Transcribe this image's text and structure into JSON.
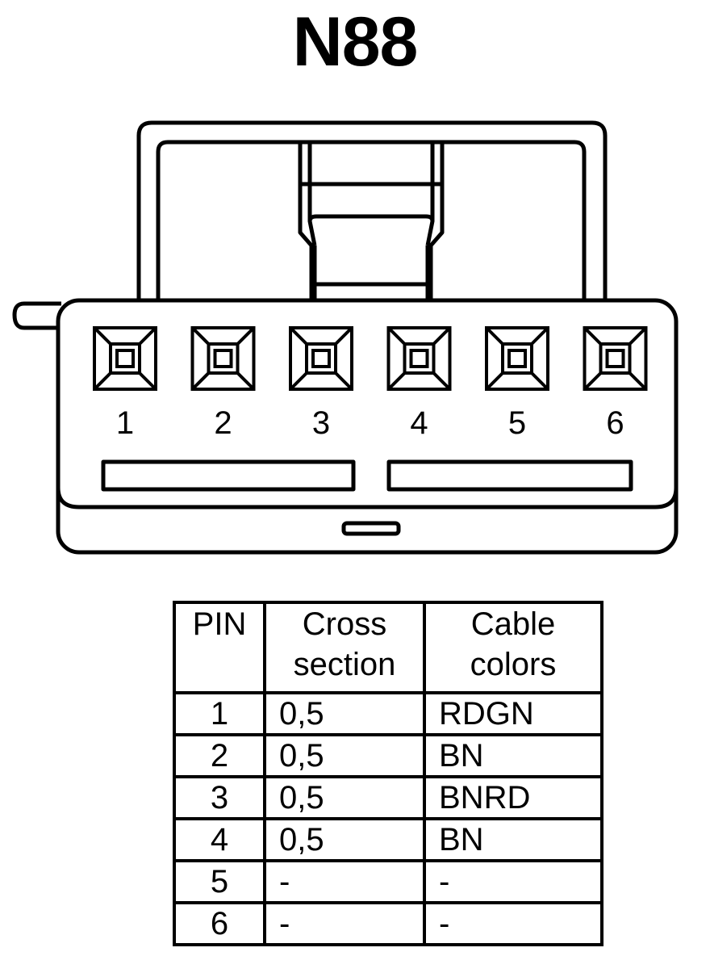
{
  "title": "N88",
  "connector": {
    "pins": [
      "1",
      "2",
      "3",
      "4",
      "5",
      "6"
    ]
  },
  "table": {
    "headers": {
      "pin": "PIN",
      "cross_section": [
        "Cross",
        "section"
      ],
      "cable_colors": [
        "Cable",
        "colors"
      ]
    },
    "rows": [
      {
        "pin": "1",
        "cross_section": "0,5",
        "color": "RDGN"
      },
      {
        "pin": "2",
        "cross_section": "0,5",
        "color": "BN"
      },
      {
        "pin": "3",
        "cross_section": "0,5",
        "color": "BNRD"
      },
      {
        "pin": "4",
        "cross_section": "0,5",
        "color": "BN"
      },
      {
        "pin": "5",
        "cross_section": "-",
        "color": "-"
      },
      {
        "pin": "6",
        "cross_section": "-",
        "color": "-"
      }
    ]
  }
}
